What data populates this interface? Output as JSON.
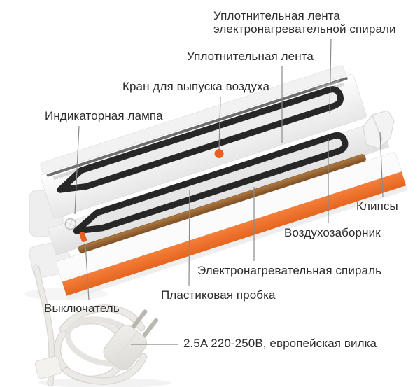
{
  "figure": {
    "type": "labeled-product-diagram",
    "subject": "vacuum-sealer",
    "labels": [
      {
        "id": "seal-tape-of-heating-coil",
        "text": "Уплотнительная лента электронагревательной спирали"
      },
      {
        "id": "seal-tape",
        "text": "Уплотнительная лента"
      },
      {
        "id": "air-release-valve",
        "text": "Кран для выпуска воздуха"
      },
      {
        "id": "indicator-lamp",
        "text": "Индикаторная лампа"
      },
      {
        "id": "clips",
        "text": "Клипсы"
      },
      {
        "id": "air-intake",
        "text": "Воздухозаборник"
      },
      {
        "id": "heating-coil",
        "text": "Электронагревательная спираль"
      },
      {
        "id": "plastic-plug",
        "text": "Пластиковая пробка"
      },
      {
        "id": "power-switch",
        "text": "Выключатель"
      },
      {
        "id": "plug-spec",
        "text": "2.5A 220-250В, европейская вилка"
      }
    ],
    "colors": {
      "label_text": "#2d2d2d",
      "leader_line": "#8a8a8a",
      "body_orange": "#ee7230",
      "valve_orange": "#e8611c",
      "gasket_black": "#272727",
      "heating_brown": "#96602e",
      "plastic_white": "#f4f4f4"
    }
  }
}
